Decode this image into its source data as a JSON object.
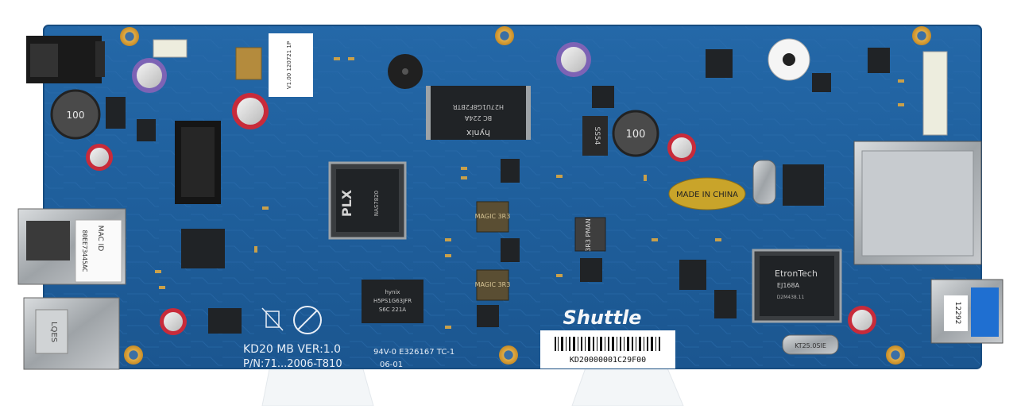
{
  "board": {
    "model_line": "KD20 MB VER:1.0",
    "pn_line": "P/N:71...2006-T810",
    "ul_line": "94V-0 E326167 TC-1",
    "date_code": "06-01",
    "brand": "Shuttle",
    "barcode_text": "KD20000001C29F00",
    "made_in": "MADE IN CHINA",
    "usb_label": "12292",
    "mac_label": "MAC ID",
    "mac_value": "80EE73445AC",
    "crystal_label": "KT25.0SIE",
    "esata_label": "LQES",
    "sticker_small": "V1.00 120721 1P"
  },
  "chips": {
    "dram_top": {
      "brand": "hynix",
      "part": "H27U1G8F2BTR",
      "sub": "BC 224A"
    },
    "dram_bottom": {
      "brand": "hynix",
      "part": "H5PS1G63JFR",
      "sub": "S6C 221A"
    },
    "plx": {
      "logo": "PLX",
      "part": "NAS7820"
    },
    "etron": {
      "brand": "EtronTech",
      "part": "EJ168A",
      "sub": "D2M438.11"
    },
    "magic1": "MAGIC 3R3",
    "magic2": "MAGIC 3R3",
    "inductor_l28": "3R3 PMAN",
    "coil1": "100",
    "coil2": "100",
    "ss_diode": "SS54"
  },
  "colors": {
    "pcb": "#1f5f9c",
    "pcb_dark": "#174c80",
    "pad_gold": "#d6a23a",
    "chip_black": "#202326",
    "label_white": "#ffffff"
  }
}
